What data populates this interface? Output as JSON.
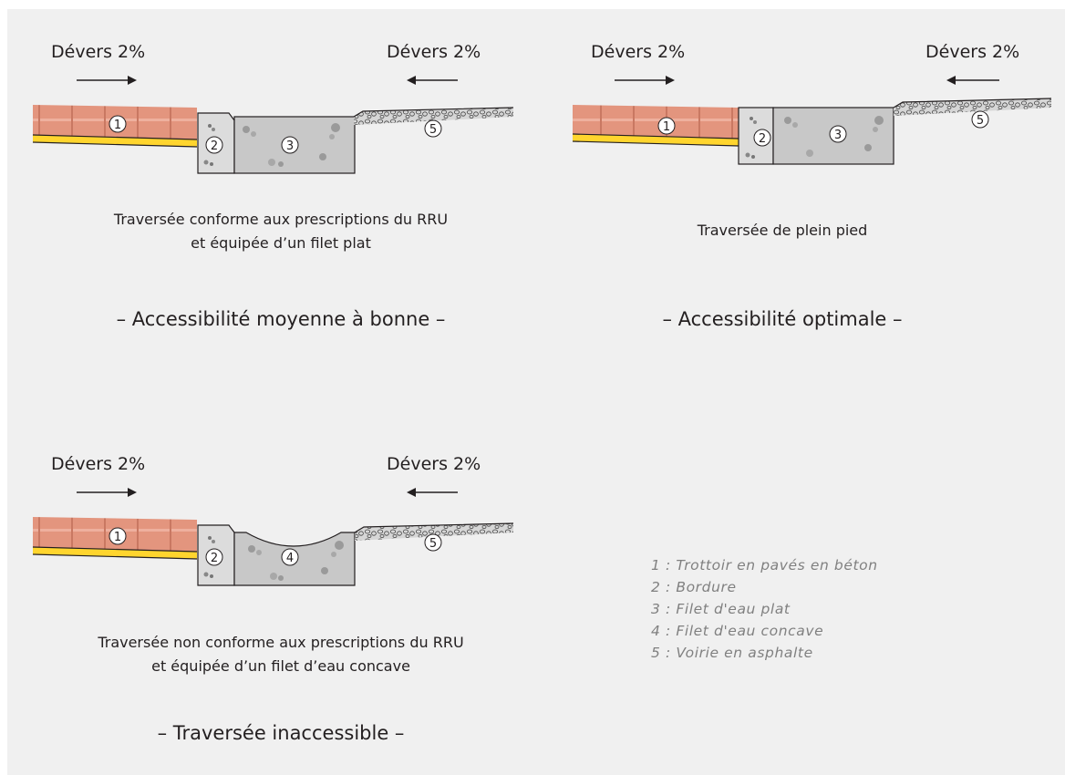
{
  "diagrams": [
    {
      "left_slope": "Dévers 2%",
      "right_slope": "Dévers 2%",
      "markers": [
        "1",
        "2",
        "3",
        "5"
      ],
      "caption": [
        "Traversée conforme aux prescriptions du RRU",
        "et équipée d’un filet plat"
      ],
      "verdict": "– Accessibilité moyenne à bonne –"
    },
    {
      "left_slope": "Dévers 2%",
      "right_slope": "Dévers 2%",
      "markers": [
        "1",
        "2",
        "3",
        "5"
      ],
      "caption": [
        "Traversée de plein pied"
      ],
      "verdict": "– Accessibilité optimale –"
    },
    {
      "left_slope": "Dévers 2%",
      "right_slope": "Dévers 2%",
      "markers": [
        "1",
        "2",
        "4",
        "5"
      ],
      "caption": [
        "Traversée non conforme aux prescriptions du RRU",
        "et équipée d’un filet d’eau concave"
      ],
      "verdict": "– Traversée inaccessible –"
    }
  ],
  "legend": [
    "1 : Trottoir en pavés en béton",
    "2 : Bordure",
    "3 : Filet d'eau plat",
    "4 : Filet d'eau concave",
    "5 : Voirie en asphalte"
  ],
  "colors": {
    "background": "#f0f0f0",
    "pavers": "#e3957e",
    "paver_joint": "#c97862",
    "base_layer": "#ffd52e",
    "curb": "#dcdcdc",
    "gutter": "#c8c8c8",
    "asphalt": "#d6d6d6",
    "text": "#231f20",
    "legend_text": "#808080"
  }
}
